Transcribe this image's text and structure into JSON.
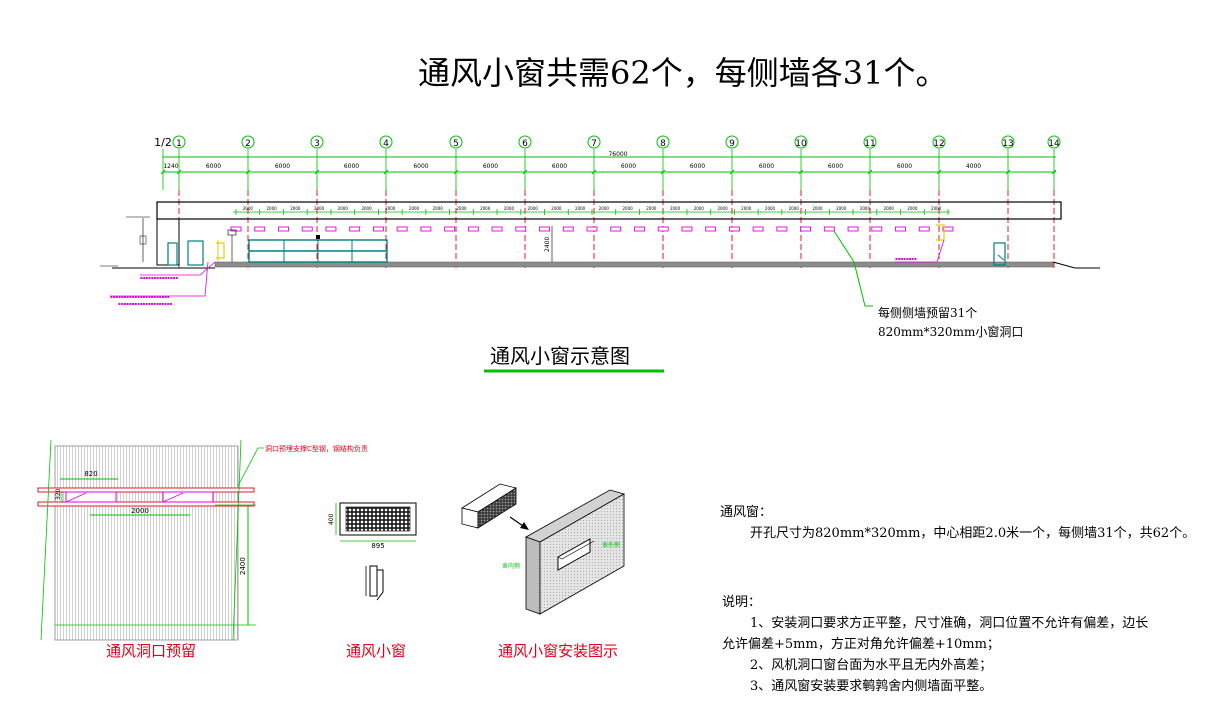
{
  "title": "通风小窗共需62个，每侧墙各31个。",
  "elevation": {
    "subtitle": "通风小窗示意图",
    "axes": [
      "1/2",
      "1",
      "2",
      "3",
      "4",
      "5",
      "6",
      "7",
      "8",
      "9",
      "10",
      "11",
      "12",
      "13",
      "14"
    ],
    "overall_dim": "76000",
    "bay_dims": [
      "1240",
      "6000",
      "6000",
      "6000",
      "6000",
      "6000",
      "6000",
      "6000",
      "6000",
      "6000",
      "6000",
      "6000",
      "4000"
    ],
    "window_spacing": "2000",
    "height_dim": "2400",
    "callout_line1": "每侧侧墙预留31个",
    "callout_line2": "820mm*320mm小窗洞口"
  },
  "detail_opening": {
    "caption": "通风洞口预留",
    "note": "洞口预埋支撑C型钢，钢结构负责",
    "dim_width": "820",
    "dim_height": "320",
    "dim_spacing": "2000",
    "dim_sill": "2400"
  },
  "detail_window": {
    "caption": "通风小窗",
    "dim_width": "895",
    "dim_height": "400"
  },
  "detail_install": {
    "caption": "通风小窗安装图示",
    "label_inside": "舍内侧",
    "label_outside": "舍外侧"
  },
  "spec": {
    "heading": "通风窗：",
    "line": "开孔尺寸为820mm*320mm，中心相距2.0米一个，每侧墙31个，共62个。"
  },
  "remarks": {
    "heading": "说明：",
    "lines": [
      "1、安装洞口要求方正平整，尺寸准确，洞口位置不允许有偏差，边长",
      "允许偏差+5mm，方正对角允许偏差+10mm；",
      "2、风机洞口窗台面为水平且无内外高差；",
      "3、通风窗安装要求鹌鹑舍内侧墙面平整。"
    ]
  },
  "colors": {
    "green": "#00c000",
    "red": "#e0001a",
    "magenta": "#e000e0",
    "teal": "#008080",
    "yellow": "#e6d000"
  }
}
